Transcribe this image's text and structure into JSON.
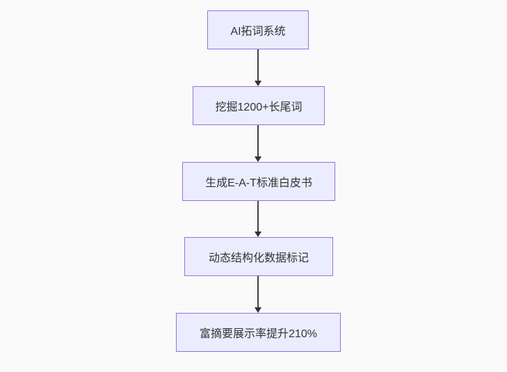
{
  "flowchart": {
    "type": "vertical-flowchart",
    "nodes": [
      {
        "id": "node-1",
        "label": "AI拓词系统"
      },
      {
        "id": "node-2",
        "label": "挖掘1200+长尾词"
      },
      {
        "id": "node-3",
        "label": "生成E-A-T标准白皮书"
      },
      {
        "id": "node-4",
        "label": "动态结构化数据标记"
      },
      {
        "id": "node-5",
        "label": "富摘要展示率提升210%"
      }
    ],
    "edges": [
      {
        "from": "node-1",
        "to": "node-2"
      },
      {
        "from": "node-2",
        "to": "node-3"
      },
      {
        "from": "node-3",
        "to": "node-4"
      },
      {
        "from": "node-4",
        "to": "node-5"
      }
    ],
    "colors": {
      "node_fill": "#ececff",
      "node_border": "#9370db",
      "arrow": "#333333",
      "text": "#333333",
      "background": "#fafafa"
    }
  }
}
